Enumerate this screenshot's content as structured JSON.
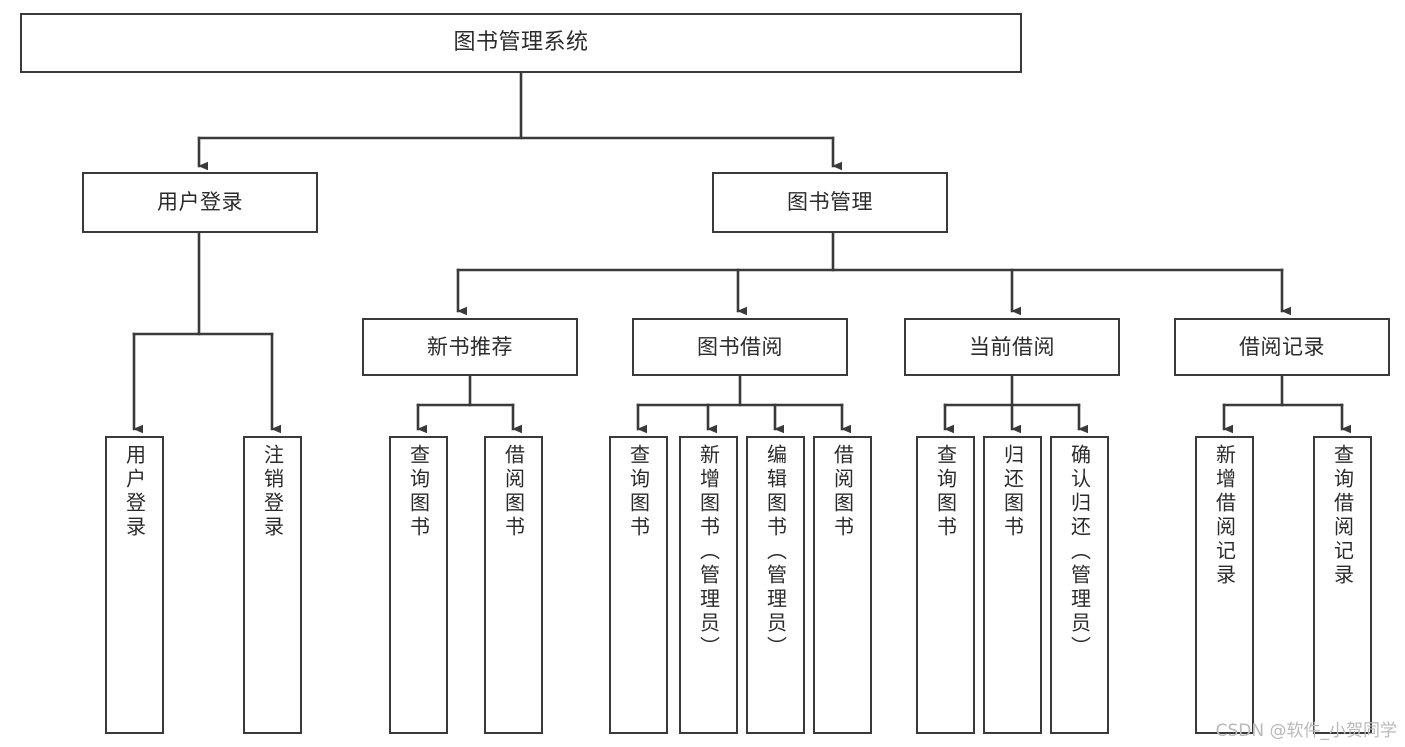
{
  "diagram": {
    "title": "图书管理系统",
    "type": "tree",
    "watermark": "CSDN @软件_小贺同学",
    "colors": {
      "stroke": "#3a3a3a",
      "fill": "#ffffff",
      "text": "#2b2b2b",
      "watermark": "#b9b9b9"
    },
    "nodes": {
      "root": {
        "label": "图书管理系统",
        "orientation": "horizontal"
      },
      "level2": [
        {
          "id": "user-login",
          "label": "用户登录",
          "orientation": "horizontal"
        },
        {
          "id": "book-manage",
          "label": "图书管理",
          "orientation": "horizontal"
        }
      ],
      "level3": [
        {
          "id": "new-book-rec",
          "label": "新书推荐",
          "orientation": "horizontal"
        },
        {
          "id": "book-borrow",
          "label": "图书借阅",
          "orientation": "horizontal"
        },
        {
          "id": "current-borrow",
          "label": "当前借阅",
          "orientation": "horizontal"
        },
        {
          "id": "borrow-record",
          "label": "借阅记录",
          "orientation": "horizontal"
        }
      ],
      "leaves": [
        {
          "id": "leaf-user-login",
          "label": "用户登录",
          "parent": "user-login",
          "orientation": "vertical"
        },
        {
          "id": "leaf-user-logout",
          "label": "注销登录",
          "parent": "user-login",
          "orientation": "vertical"
        },
        {
          "id": "leaf-query-book-1",
          "label": "查询图书",
          "parent": "new-book-rec",
          "orientation": "vertical"
        },
        {
          "id": "leaf-borrow-book-1",
          "label": "借阅图书",
          "parent": "new-book-rec",
          "orientation": "vertical"
        },
        {
          "id": "leaf-query-book-2",
          "label": "查询图书",
          "parent": "book-borrow",
          "orientation": "vertical"
        },
        {
          "id": "leaf-add-book",
          "label": "新增图书（管理员）",
          "parent": "book-borrow",
          "orientation": "vertical"
        },
        {
          "id": "leaf-edit-book",
          "label": "编辑图书（管理员）",
          "parent": "book-borrow",
          "orientation": "vertical"
        },
        {
          "id": "leaf-borrow-book-2",
          "label": "借阅图书",
          "parent": "book-borrow",
          "orientation": "vertical"
        },
        {
          "id": "leaf-query-book-3",
          "label": "查询图书",
          "parent": "current-borrow",
          "orientation": "vertical"
        },
        {
          "id": "leaf-return-book",
          "label": "归还图书",
          "parent": "current-borrow",
          "orientation": "vertical"
        },
        {
          "id": "leaf-confirm-return",
          "label": "确认归还（管理员）",
          "parent": "current-borrow",
          "orientation": "vertical"
        },
        {
          "id": "leaf-add-record",
          "label": "新增借阅记录",
          "parent": "borrow-record",
          "orientation": "vertical"
        },
        {
          "id": "leaf-query-record",
          "label": "查询借阅记录",
          "parent": "borrow-record",
          "orientation": "vertical"
        }
      ]
    }
  }
}
